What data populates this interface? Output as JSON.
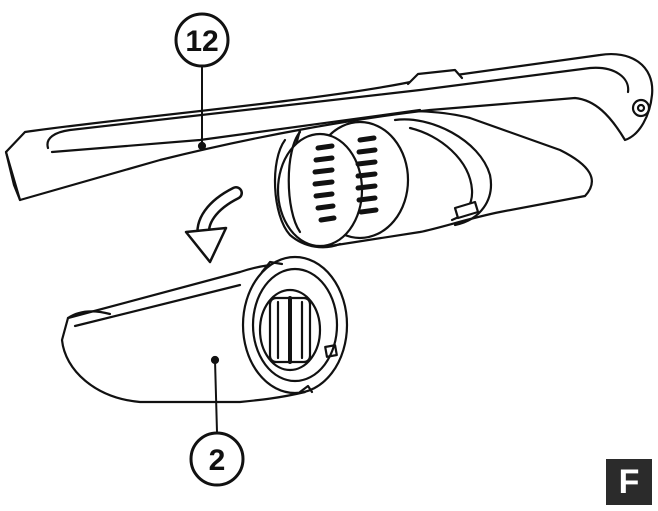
{
  "callouts": [
    {
      "id": "handle",
      "number": "12"
    },
    {
      "id": "dust-bowl",
      "number": "2"
    }
  ],
  "figure_letter": "F",
  "colors": {
    "ink": "#111111",
    "fill": "#ffffff",
    "badge": "#2b2b2b",
    "badge_text": "#ffffff"
  }
}
